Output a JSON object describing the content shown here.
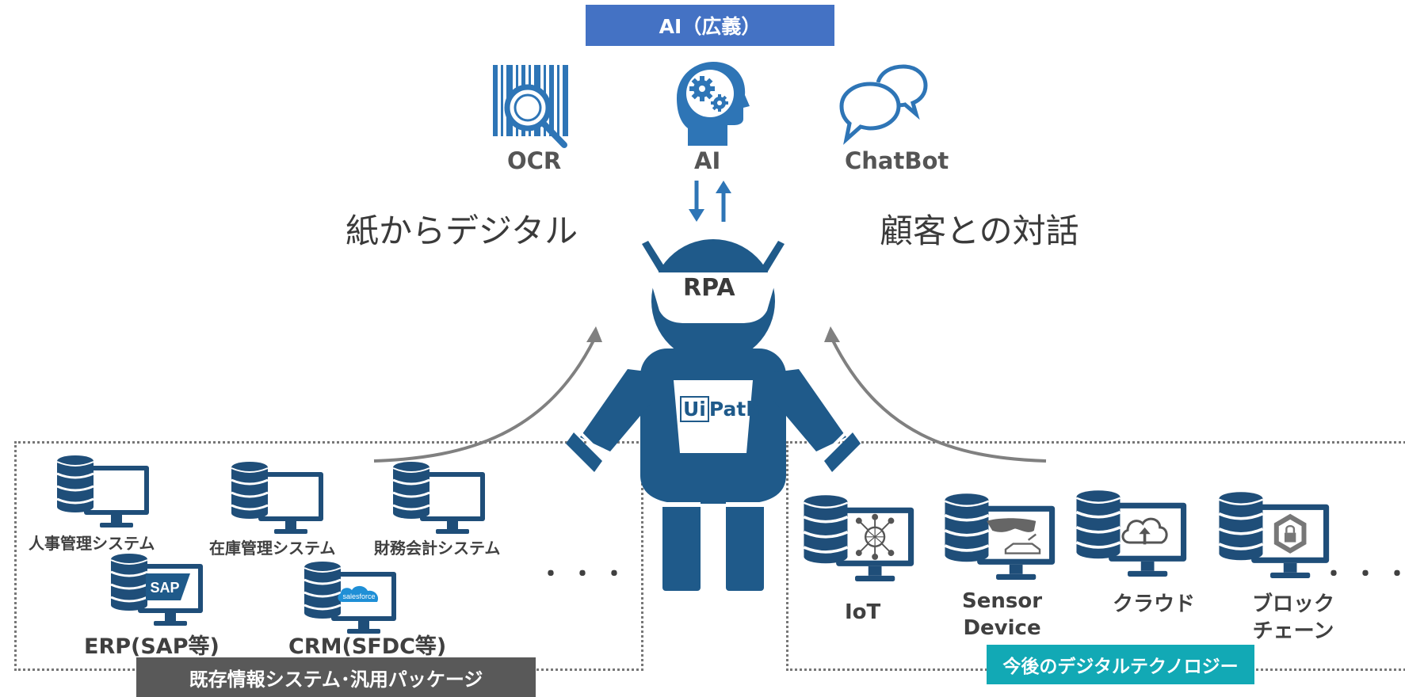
{
  "top": {
    "banner": "AI（広義）",
    "items": [
      {
        "label": "OCR",
        "icon": "ocr-barcode-magnifier-icon"
      },
      {
        "label": "AI",
        "icon": "ai-head-gears-icon"
      },
      {
        "label": "ChatBot",
        "icon": "chat-bubbles-icon"
      }
    ]
  },
  "captions": {
    "left": "紙からデジタル",
    "right": "顧客との対話"
  },
  "robot": {
    "head_label": "RPA",
    "logo_ui": "Ui",
    "logo_path": "Path",
    "icon": "robot-icon"
  },
  "legacy": {
    "banner": "既存情報システム･汎用パッケージ",
    "systems": [
      "人事管理システム",
      "在庫管理システム",
      "財務会計システム"
    ],
    "packages": [
      {
        "label": "ERP(SAP等)",
        "logo": "SAP"
      },
      {
        "label": "CRM(SFDC等)",
        "logo": "salesforce"
      }
    ],
    "ellipsis": "・・・"
  },
  "digital": {
    "banner": "今後のデジタルテクノロジー",
    "techs": [
      {
        "label": "IoT",
        "icon": "iot-network-icon"
      },
      {
        "label": "Sensor",
        "label2": "Device",
        "icon": "vr-car-sensor-icon"
      },
      {
        "label": "クラウド",
        "icon": "cloud-upload-icon"
      },
      {
        "label": "ブロック",
        "label2": "チェーン",
        "icon": "blockchain-lock-icon"
      }
    ],
    "ellipsis": "・・・"
  },
  "colors": {
    "primary_blue": "#1f5a8a",
    "icon_blue": "#2e75b6",
    "banner_blue": "#4472c4",
    "banner_gray": "#595959",
    "banner_teal": "#12a9b5"
  }
}
